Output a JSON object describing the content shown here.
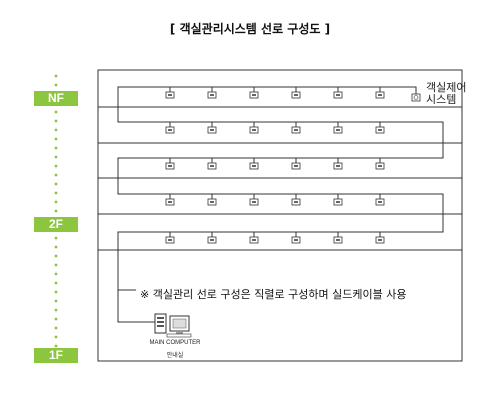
{
  "title": "[ 객실관리시스템 선로 구성도 ]",
  "floors": [
    {
      "label": "NF"
    },
    {
      "label": "2F"
    },
    {
      "label": "1F"
    }
  ],
  "room_system_label": [
    "객실제어",
    "시스템"
  ],
  "note": "※ 객실관리 선로 구성은 직렬로 구성하며 실드케이블 사용",
  "main_computer": {
    "label": "MAIN COMPUTER",
    "room": "안내실"
  },
  "colors": {
    "floor_badge": "#8cc63f",
    "dots": "#8cc63f",
    "lines": "#333333"
  }
}
